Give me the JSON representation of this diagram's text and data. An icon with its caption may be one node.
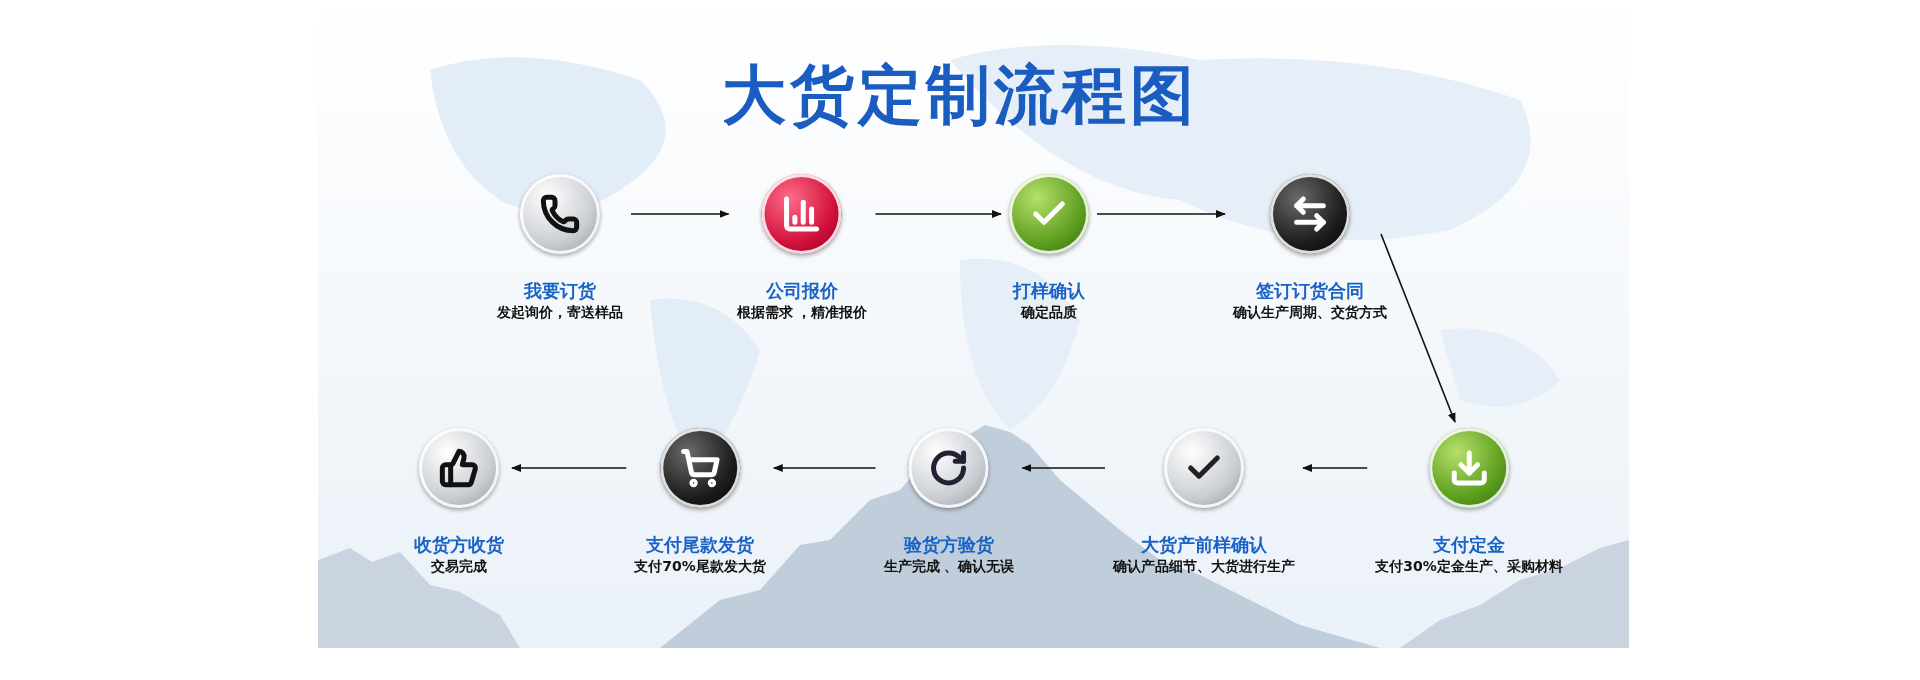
{
  "diagram": {
    "title": "大货定制流程图",
    "nodes": [
      {
        "text": [
          "我要订货",
          "发起询价，寄送样品"
        ]
      },
      {
        "text": [
          "公司报价",
          "根据需求 ，精准报价"
        ]
      },
      {
        "text": [
          "打样确认",
          "确定品质"
        ]
      },
      {
        "text": [
          "签订订货合同",
          "确认生产周期、交货方式"
        ]
      },
      {
        "text": [
          "支付定金",
          "支付30%定金生产、采购材料"
        ]
      },
      {
        "text": [
          "大货产前样确认",
          "确认产品细节、大货进行生产"
        ]
      },
      {
        "text": [
          "验货方验货",
          "生产完成 、确认无误"
        ]
      },
      {
        "text": [
          "支付尾款发货",
          "支付70%尾款发大货"
        ]
      },
      {
        "text": [
          "收货方收货",
          "交易完成"
        ]
      }
    ],
    "edges": [
      {
        "from": 0,
        "to": 1,
        "arrow": "to"
      },
      {
        "from": 1,
        "to": 2,
        "arrow": "to"
      },
      {
        "from": 2,
        "to": 3,
        "arrow": "to"
      },
      {
        "from": 3,
        "to": 4,
        "arrow": "to"
      },
      {
        "from": 4,
        "to": 5,
        "arrow": "to"
      },
      {
        "from": 5,
        "to": 6,
        "arrow": "to"
      },
      {
        "from": 6,
        "to": 7,
        "arrow": "to"
      },
      {
        "from": 7,
        "to": 8,
        "arrow": "to"
      }
    ]
  }
}
